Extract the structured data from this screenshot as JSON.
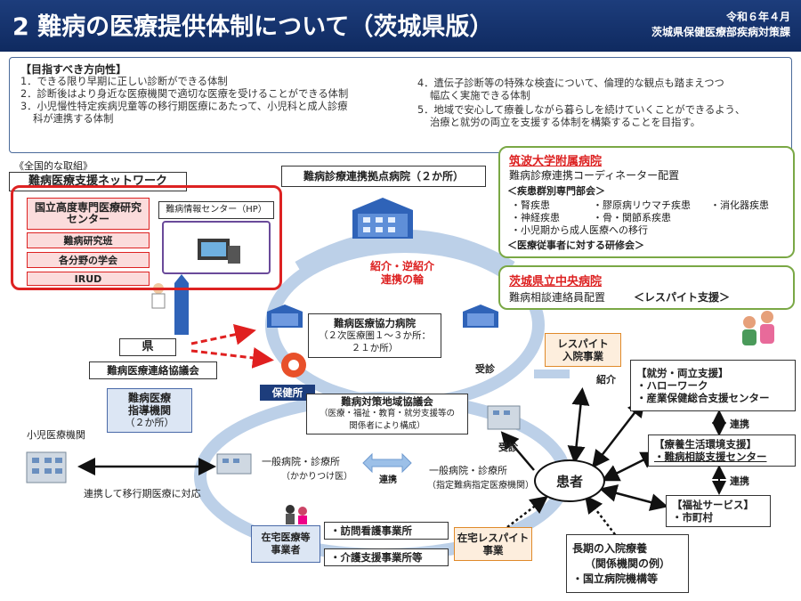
{
  "header": {
    "title": "2 難病の医療提供体制について（茨城県版）",
    "date": "令和６年４月",
    "department": "茨城県保健医療部疾病対策課"
  },
  "goals": {
    "heading": "【目指すべき方向性】",
    "items": [
      "1．できる限り早期に正しい診断ができる体制",
      "2．診断後はより身近な医療機関で適切な医療を受けることができる体制",
      "3．小児慢性特定疾病児童等の移行期医療にあたって、小児科と成人診療",
      "科が連携する体制",
      "4．遺伝子診断等の特殊な検査について、倫理的な観点も踏まえつつ",
      "幅広く実施できる体制",
      "5．地域で安心して療養しながら暮らしを続けていくことができるよう、",
      "治療と就労の両立を支援する体制を構築することを目指す。"
    ]
  },
  "national": {
    "label": "《全国的な取組》",
    "network": "難病医療支援ネットワーク",
    "ncnp": "国立高度専門医療研究センター",
    "research": "難病研究班",
    "societies": "各分野の学会",
    "irud": "IRUD",
    "info_center": "難病情報センター（HP）"
  },
  "hub": {
    "title": "難病診療連携拠点病院（２か所）",
    "link_text_1": "紹介・逆紹介",
    "link_text_2": "連携の輪"
  },
  "tsukuba": {
    "name": "筑波大学附属病院",
    "coordinator": "難病診療連携コーディネーター配置",
    "committee": "＜疾患群別専門部会＞",
    "d1": "・腎疾患",
    "d2": "・膠原病リウマチ疾患",
    "d3": "・消化器疾患",
    "d4": "・神経疾患",
    "d5": "・骨・関節系疾患",
    "d6": "・小児期から成人医療への移行",
    "training": "＜医療従事者に対する研修会＞"
  },
  "central": {
    "name": "茨城県立中央病院",
    "staff": "難病相談連絡員配置",
    "respite": "＜レスパイト支援＞"
  },
  "pref": {
    "ken": "県",
    "council": "難病医療連絡協議会",
    "guide_1": "難病医療",
    "guide_2": "指導機関",
    "guide_3": "（２か所）",
    "health_center": "保健所"
  },
  "cooperation": {
    "title": "難病医療協力病院",
    "sub_1": "（２次医療圏１～３か所：",
    "sub_2": "２１か所）"
  },
  "regional": {
    "title": "難病対策地域協議会",
    "sub_1": "（医療・福祉・教育・就労支援等の",
    "sub_2": "関係者により構成）"
  },
  "pediatric": {
    "label": "小児医療機関",
    "transition": "連携して移行期医療に対応"
  },
  "general": {
    "left_title": "一般病院・診療所",
    "left_sub": "（かかりつけ医）",
    "right_title": "一般病院・診療所",
    "right_sub": "（指定難病指定医療機関）",
    "link": "連携"
  },
  "home": {
    "providers_1": "在宅医療等",
    "providers_2": "事業者",
    "nursing": "・訪問看護事業所",
    "care": "・介護支援事業所等",
    "respite_1": "在宅レスパイト",
    "respite_2": "事業"
  },
  "patient": "患者",
  "labels": {
    "referral": "紹介",
    "consult_1": "受診",
    "consult_2": "受診",
    "link_1": "連携",
    "link_2": "連携"
  },
  "respite_admission": {
    "l1": "レスパイト",
    "l2": "入院事業"
  },
  "work": {
    "title": "【就労・両立支援】",
    "i1": "・ハローワーク",
    "i2": "・産業保健総合支援センター"
  },
  "living": {
    "title": "【療養生活環境支援】",
    "i1": "・難病相談支援センター"
  },
  "welfare": {
    "title": "【福祉サービス】",
    "i1": "・市町村"
  },
  "longterm": {
    "l1": "長期の入院療養",
    "l2": "（関係機関の例）",
    "l3": "・国立病院機構等"
  },
  "colors": {
    "header_bg": "#1d3d7c",
    "red": "#d22222",
    "green": "#7aa845",
    "ring": "#b9cde6"
  }
}
